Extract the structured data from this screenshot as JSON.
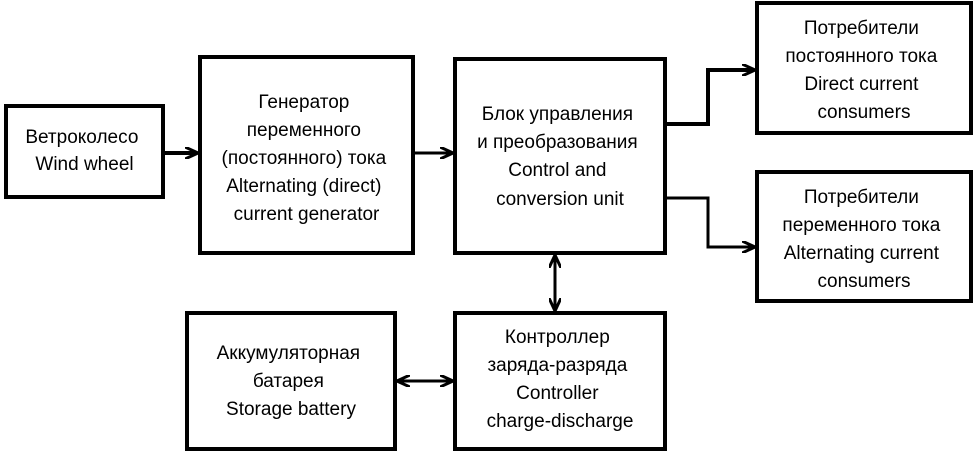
{
  "boxes": {
    "wind_wheel": [
      "Ветроколесо",
      "Wind wheel"
    ],
    "generator": [
      "Генератор",
      "переменного",
      "(постоянного) тока",
      "Alternating (direct)",
      "current generator"
    ],
    "control_unit": [
      "Блок управления",
      "и преобразования",
      "Control and",
      "conversion unit"
    ],
    "dc_consumers": [
      "Потребители",
      "постоянного тока",
      "Direct current",
      "consumers"
    ],
    "ac_consumers": [
      "Потребители",
      "переменного тока",
      "Alternating current",
      "consumers"
    ],
    "battery": [
      "Аккумуляторная",
      "батарея",
      "Storage battery"
    ],
    "charge_controller": [
      "Контроллер",
      "заряда-разряда",
      "Controller",
      "charge-discharge"
    ]
  },
  "colors": {
    "stroke": "#000000",
    "background": "#ffffff"
  }
}
